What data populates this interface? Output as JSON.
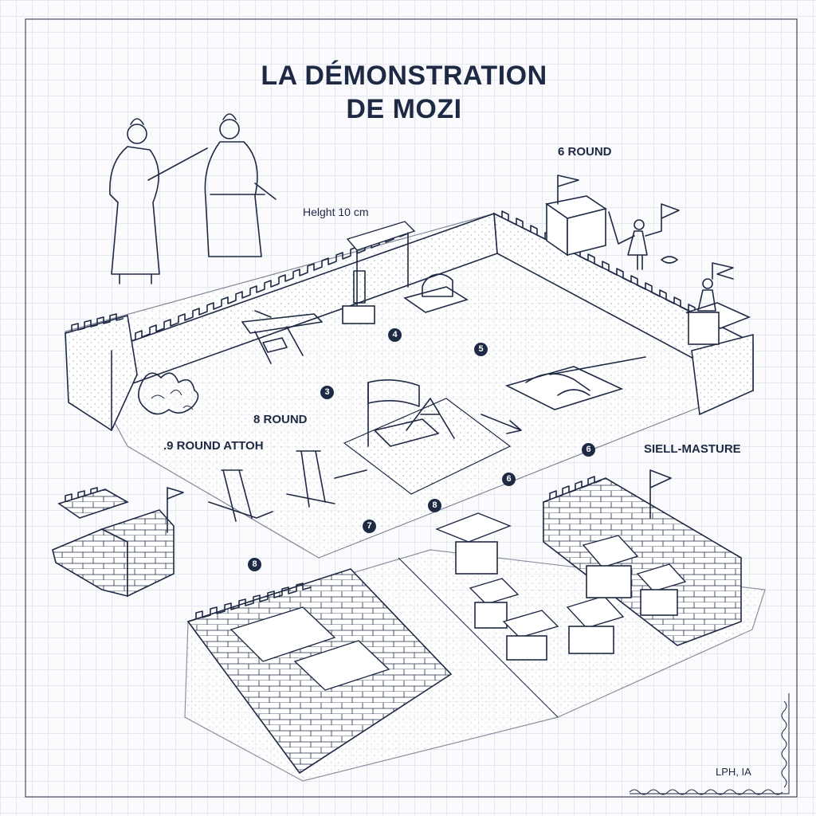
{
  "title": {
    "line1": "LA DÉMONSTRATION",
    "line2": "DE MOZI"
  },
  "labels": {
    "height_note": "Hеlght 10 cm",
    "round_6": "6 ROUND",
    "round_8": "8 ROUND",
    "round_attack": ".9 ROUND ATTOH",
    "siege_mastery": "SIELL-MASTURE",
    "corner_mark": "LPH, IA"
  },
  "markers": [
    "4",
    "5",
    "3",
    "6",
    "6",
    "8",
    "7",
    "8"
  ],
  "colors": {
    "ink": "#1e2a44",
    "paper": "#fbfbfd",
    "grid": "#e3e7ef"
  }
}
